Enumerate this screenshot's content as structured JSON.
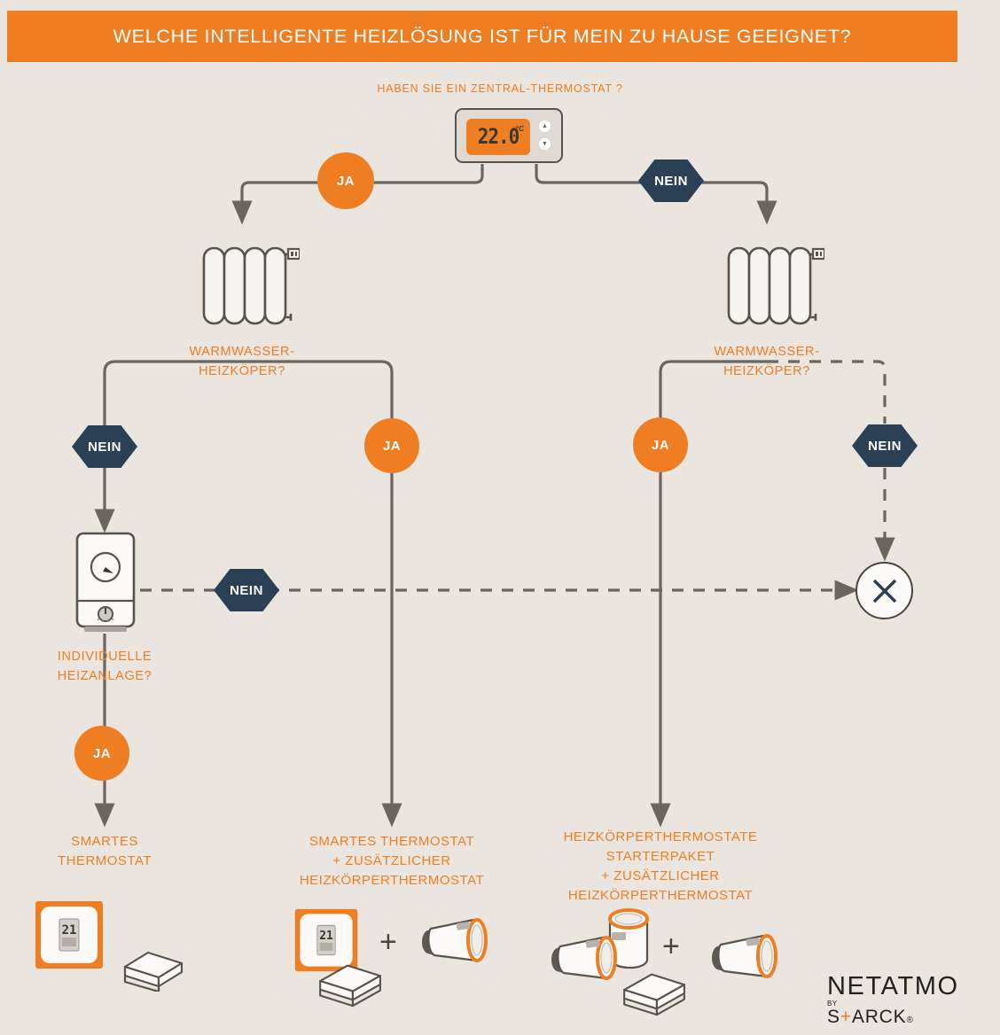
{
  "header": {
    "title": "WELCHE INTELLIGENTE HEIZLÖSUNG IST FÜR MEIN ZU HAUSE GEEIGNET?"
  },
  "colors": {
    "background": "#eae5df",
    "accent_orange": "#ef7e22",
    "navy": "#2b3f55",
    "line_gray": "#6b655f",
    "header_text": "#ffffff"
  },
  "questions": {
    "root": "HABEN SIE EIN ZENTRAL-THERMOSTAT ?",
    "left_radiator": "WARMWASSER-\nHEIZKÖPER?",
    "left_radiator_line1": "WARMWASSER-",
    "left_radiator_line2": "HEIZKÖPER?",
    "right_radiator_line1": "WARMWASSER-",
    "right_radiator_line2": "HEIZKÖPER?",
    "boiler_line1": "INDIVIDUELLE",
    "boiler_line2": "HEIZANLAGE?"
  },
  "thermostat": {
    "temperature": "22.0",
    "unit": "°C",
    "up_glyph": "▲",
    "down_glyph": "▼"
  },
  "badges": {
    "yes": "JA",
    "no": "NEIN",
    "root_yes": "JA",
    "root_no": "NEIN",
    "left_no": "NEIN",
    "left_yes": "JA",
    "right_yes": "JA",
    "right_no": "NEIN",
    "boiler_no": "NEIN",
    "boiler_yes": "JA"
  },
  "results": {
    "left": {
      "line1": "SMARTES",
      "line2": "THERMOSTAT"
    },
    "middle": {
      "line1": "SMARTES THERMOSTAT",
      "line2": "+ ZUSÄTZLICHER",
      "line3": "HEIZKÖRPERTHERMOSTAT"
    },
    "right": {
      "line1": "HEIZKÖRPERTHERMOSTATE",
      "line2": "STARTERPAKET",
      "line3": "+ ZUSÄTZLICHER",
      "line4": "HEIZKÖRPERTHERMOSTAT"
    },
    "none": {
      "icon": "x-mark"
    }
  },
  "products": {
    "thermostat_display_value": "21",
    "plus": "+"
  },
  "logo": {
    "brand": "NETATMO",
    "by": "BY",
    "designer_pre": "S",
    "designer_plus": "+",
    "designer_post": "ARCK",
    "registered": "®"
  },
  "icons": {
    "radiator": "radiator-icon",
    "boiler": "boiler-icon",
    "thermostat": "thermostat-icon",
    "valve": "radiator-valve-icon",
    "relay": "relay-box-icon",
    "x": "x-icon"
  }
}
